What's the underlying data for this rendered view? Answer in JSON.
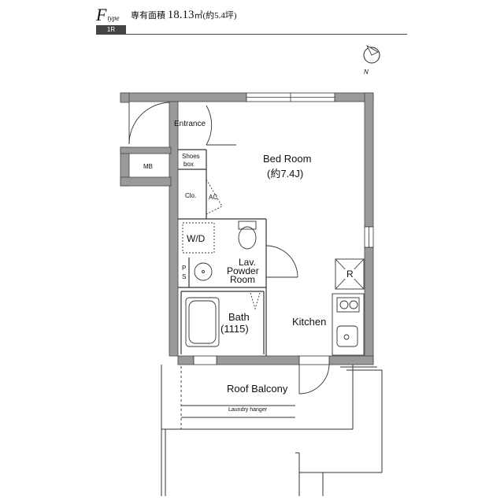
{
  "header": {
    "type_letter": "F",
    "type_sub": "type",
    "badge": "1R",
    "area_label": "専有面積",
    "area_value": "18.13",
    "area_unit": "㎡(約5.4坪)"
  },
  "compass": {
    "label": "N"
  },
  "rooms": {
    "entrance": "Entrance",
    "mb": "MB",
    "shoes_box": [
      "Shoes",
      "box"
    ],
    "closet": "Clo.",
    "ac": "AC",
    "bed_room": "Bed Room",
    "bed_room_size": "(約7.4J)",
    "wd": "W/D",
    "lav": [
      "Lav.",
      "Powder",
      "Room"
    ],
    "ps": [
      "P",
      "S"
    ],
    "bath": "Bath",
    "bath_size": "(1115)",
    "kitchen": "Kitchen",
    "refrigerator": "R",
    "roof_balcony": "Roof Balcony",
    "laundry_hanger": "Laundry hanger"
  },
  "colors": {
    "wall": "#9a9a9a",
    "line": "#222222"
  }
}
